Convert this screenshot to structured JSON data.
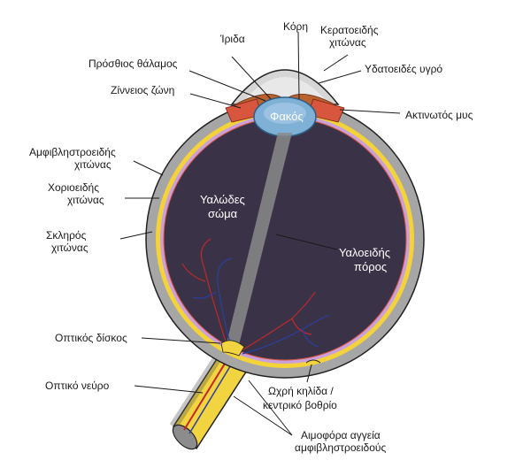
{
  "labels": {
    "cornea": [
      "Κερατοειδής",
      "χιτώνας"
    ],
    "pupil": "Κόρη",
    "iris": "Ίριδα",
    "anterior_chamber": "Πρόσθιος θάλαμος",
    "aqueous_humour": "Υδατοειδές υγρό",
    "zonule": "Ζίννειος ζώνη",
    "ciliary_muscle": "Ακτινωτός μυς",
    "lens": "Φακός",
    "retina": [
      "Αμφιβληστροειδής",
      "χιτώνας"
    ],
    "choroid": [
      "Χοριοειδής",
      "χιτώνας"
    ],
    "sclera": [
      "Σκληρός",
      "χιτώνας"
    ],
    "vitreous_body": [
      "Υαλώδες",
      "σώμα"
    ],
    "hyaloid_canal": [
      "Υαλοειδής",
      "πόρος"
    ],
    "optic_disc": "Οπτικός δίσκος",
    "optic_nerve": "Οπτικό νεύρο",
    "fovea": [
      "Ωχρή κηλίδα /",
      "κεντρικό βοθρίο"
    ],
    "retinal_vessels": [
      "Αιμοφόρα αγγεία",
      "αμφιβληστροειδούς"
    ]
  },
  "colors": {
    "sclera": "#a6a6a6",
    "choroid": "#f3d23a",
    "retina": "#c9a0dc",
    "vitreous": "#3a3348",
    "lens": "#7fb0d6",
    "iris": "#b9622e",
    "ciliary": "#d8563e",
    "cornea": "#d6d6d6",
    "optic_nerve": "#f1d43f",
    "vessel_red": "#c0282a",
    "vessel_blue": "#2b3ea0"
  }
}
